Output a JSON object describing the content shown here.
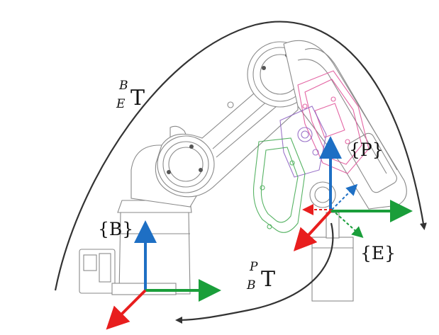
{
  "frames": {
    "base": "{B}",
    "plane": "{P}",
    "effector": "{E}"
  },
  "transforms": {
    "base_to_effector": {
      "sup": "B",
      "sub": "E",
      "symbol": "T"
    },
    "plane_to_base": {
      "sup": "P",
      "sub": "B",
      "symbol": "T"
    }
  },
  "colors": {
    "x_axis": "#e81e1e",
    "y_axis": "#1a9e3a",
    "z_axis": "#1e6fc4",
    "curve": "#333333",
    "robot_line": "#8a8a8a",
    "pink_link": "#e0559a",
    "green_link": "#3aa64a",
    "purple_link": "#8a5cc0"
  }
}
